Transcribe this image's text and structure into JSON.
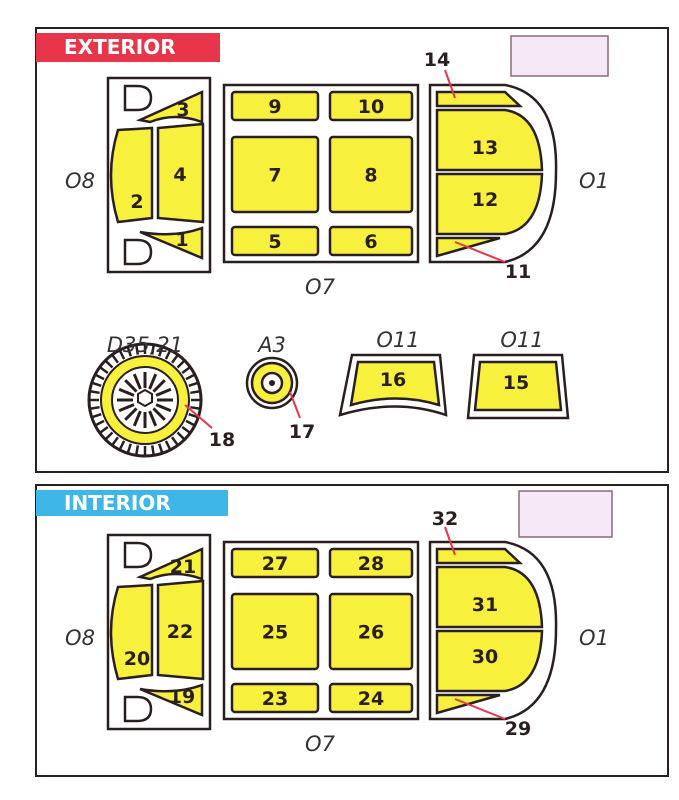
{
  "panels": [
    {
      "title": "EXTERIOR",
      "header_color": "#e8354a",
      "left_part": {
        "label": "O8",
        "parts": [
          "3",
          "4",
          "2",
          "1"
        ]
      },
      "middle_part": {
        "label": "O7",
        "parts": [
          "9",
          "10",
          "7",
          "8",
          "5",
          "6"
        ]
      },
      "right_part": {
        "label": "O1",
        "parts": [
          "14",
          "13",
          "12",
          "11"
        ]
      }
    },
    {
      "title": "INTERIOR",
      "header_color": "#3fb6e8",
      "left_part": {
        "label": "O8",
        "parts": [
          "21",
          "22",
          "20",
          "19"
        ]
      },
      "middle_part": {
        "label": "O7",
        "parts": [
          "27",
          "28",
          "25",
          "26",
          "23",
          "24"
        ]
      },
      "right_part": {
        "label": "O1",
        "parts": [
          "32",
          "31",
          "30",
          "29"
        ]
      }
    }
  ],
  "extras": {
    "wheel": {
      "label": "D35,21",
      "part": "18"
    },
    "hub": {
      "label": "A3",
      "part": "17"
    },
    "panel_a": {
      "label": "O11",
      "part": "16"
    },
    "panel_b": {
      "label": "O11",
      "part": "15"
    }
  },
  "colors": {
    "mask_yellow": "#f7f03c",
    "leader_red": "#e8354a",
    "badge_pink": "#f7e8f7"
  }
}
